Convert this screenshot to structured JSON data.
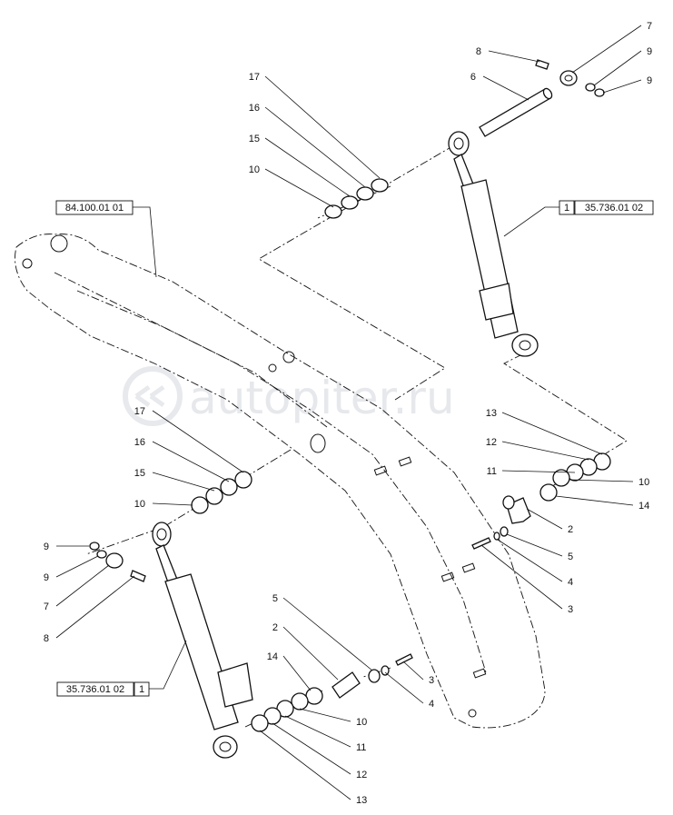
{
  "watermark": {
    "text": "autopiter.ru"
  },
  "reference_boxes": {
    "boom": {
      "code": "84.100.01 01"
    },
    "cylinder_right": {
      "qty": "1",
      "code": "35.736.01 02"
    },
    "cylinder_left": {
      "code": "35.736.01 02",
      "qty": "1"
    }
  },
  "callouts": {
    "upper_right": [
      "8",
      "7",
      "9",
      "9",
      "6"
    ],
    "upper_washers": [
      "17",
      "16",
      "15",
      "10"
    ],
    "right_group": [
      "13",
      "12",
      "11",
      "10",
      "14",
      "2",
      "5",
      "4",
      "3"
    ],
    "middle_washers": [
      "17",
      "16",
      "15",
      "10"
    ],
    "left_group": [
      "9",
      "9",
      "7",
      "8"
    ],
    "bottom_group": [
      "5",
      "2",
      "14",
      "3",
      "4",
      "10",
      "11",
      "12",
      "13"
    ]
  }
}
